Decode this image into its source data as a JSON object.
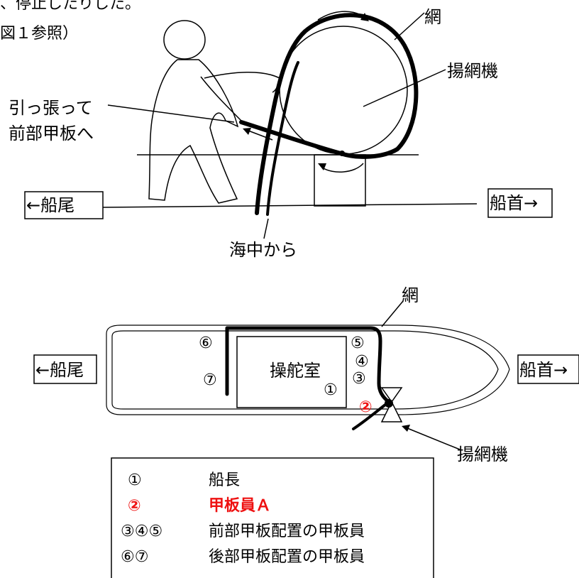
{
  "top_fragment_1": "、停止したりした。",
  "top_fragment_2": "図１参照）",
  "side_view": {
    "net_label": "網",
    "winch_label": "揚網機",
    "pull_label_line1": "引っ張って",
    "pull_label_line2": "前部甲板へ",
    "stern_label": "←船尾",
    "bow_label": "船首→",
    "from_sea_label": "海中から"
  },
  "top_view": {
    "net_label": "網",
    "wheelhouse_label": "操舵室",
    "stern_label": "←船尾",
    "bow_label": "船首→",
    "winch_label": "揚網機",
    "positions": {
      "p1": "①",
      "p2": "②",
      "p3": "③",
      "p4": "④",
      "p5": "⑤",
      "p6": "⑥",
      "p7": "⑦"
    }
  },
  "legend": {
    "rows": [
      {
        "key": "①",
        "value": "船長",
        "highlight": false
      },
      {
        "key": "②",
        "value": "甲板員Ａ",
        "highlight": true
      },
      {
        "key": "③④⑤",
        "value": "前部甲板配置の甲板員",
        "highlight": false
      },
      {
        "key": "⑥⑦",
        "value": "後部甲板配置の甲板員",
        "highlight": false
      }
    ]
  },
  "colors": {
    "highlight": "#ee1111",
    "line": "#000000"
  }
}
